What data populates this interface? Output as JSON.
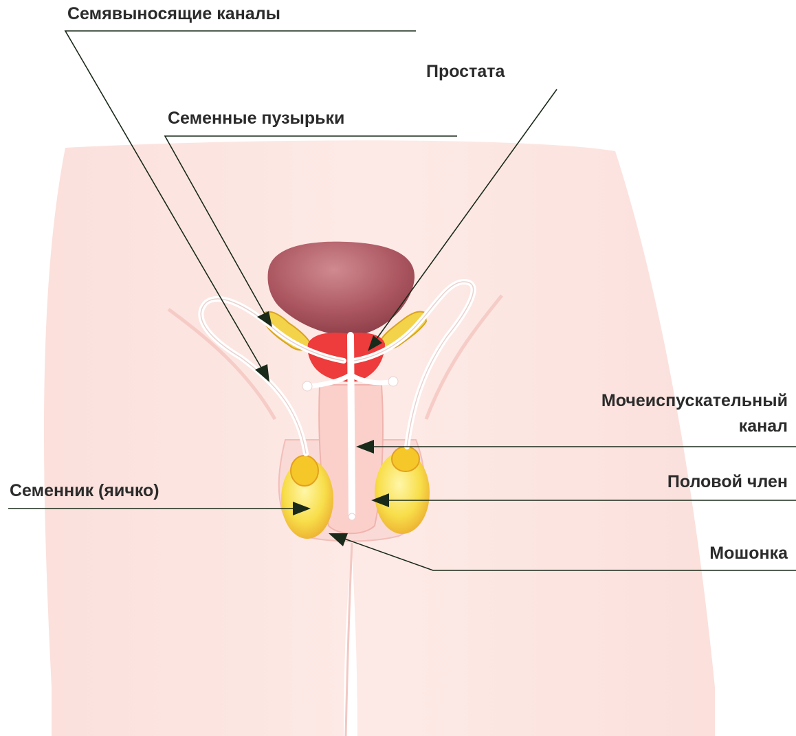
{
  "labels": {
    "vas_deferens": "Семявыносящие каналы",
    "prostate": "Простата",
    "seminal_vesicles": "Семенные пузырьки",
    "urethra_line1": "Мочеиспускательный",
    "urethra_line2": "канал",
    "testicle": "Семенник (яичко)",
    "penis": "Половой член",
    "scrotum": "Мошонка"
  },
  "colors": {
    "skin": "#fde6e2",
    "skin_dark": "#f6c9c4",
    "bladder": "#a9545e",
    "prostate": "#ee3b3b",
    "vesicles": "#f3d34a",
    "testicles": "#f5cd2f",
    "ducts": "#ffffff",
    "leader_lines": "#1a2a1a"
  }
}
